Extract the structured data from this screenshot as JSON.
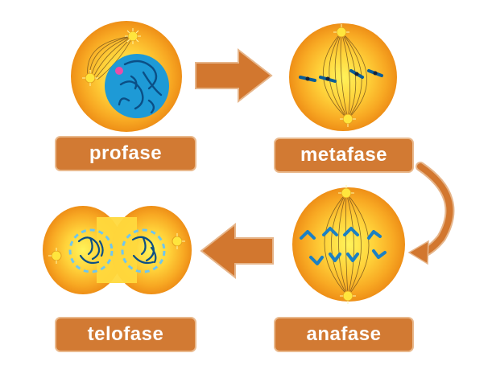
{
  "stages": {
    "profase": "profase",
    "metafase": "metafase",
    "anafase": "anafase",
    "telofase": "telofase"
  },
  "colors": {
    "cell_outer": "#f29a1c",
    "cell_inner": "#fff14a",
    "nucleus": "#1e9ad6",
    "chromosome": "#0b5d97",
    "arrow": "#d2772f",
    "label_bg": "#d27a33",
    "centrosome": "#ffe53d",
    "nucleolus": "#e94ea8"
  }
}
